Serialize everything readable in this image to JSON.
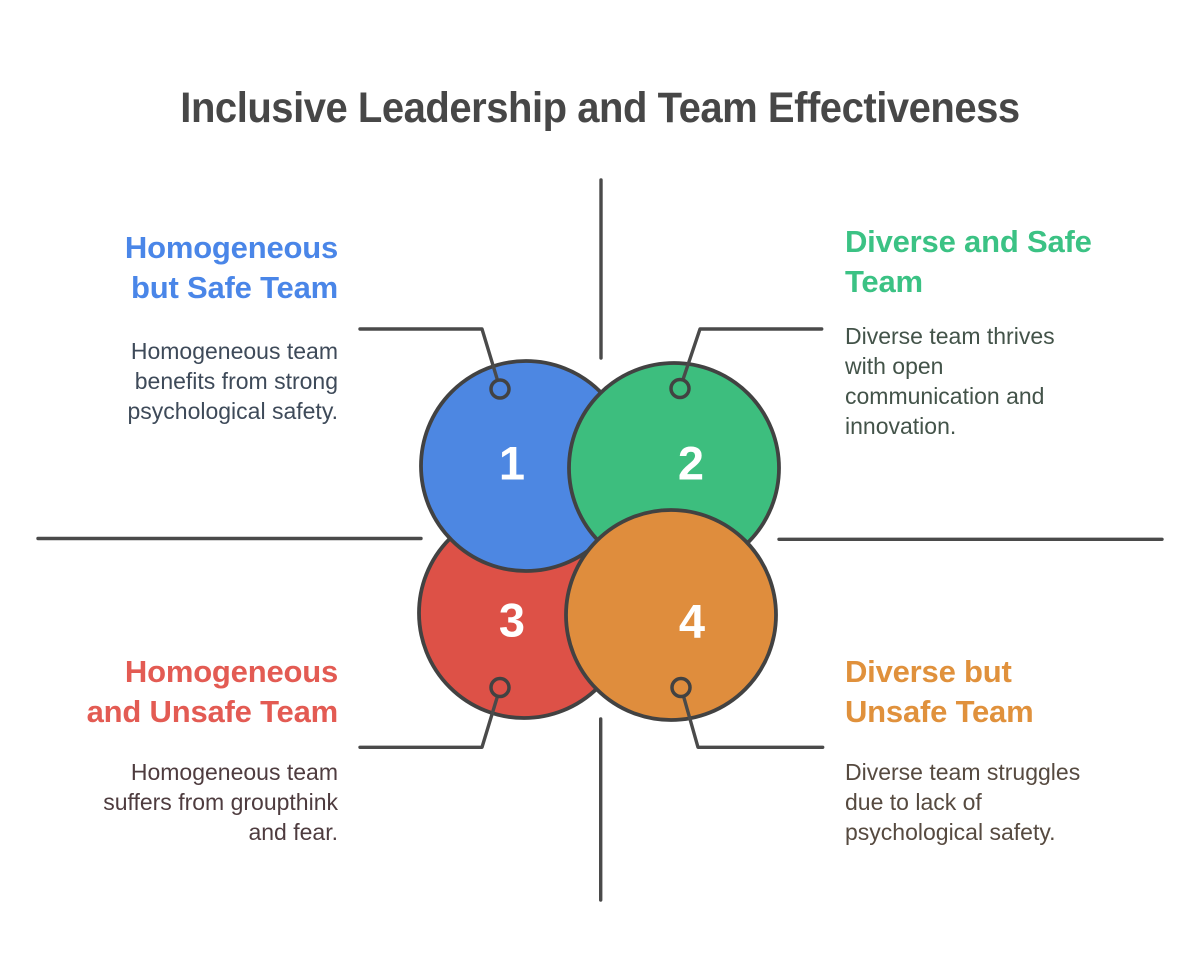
{
  "title": {
    "text": "Inclusive Leadership and Team Effectiveness",
    "color": "#474747"
  },
  "diagram": {
    "background": "#ffffff",
    "outline_color": "#424242",
    "connector_color": "#4a4a4a",
    "number_color": "#ffffff",
    "circles": [
      {
        "label": "1",
        "color": "#4D87E2"
      },
      {
        "label": "2",
        "color": "#3DBE7E"
      },
      {
        "label": "3",
        "color": "#DD5147"
      },
      {
        "label": "4",
        "color": "#DF8D3D"
      }
    ]
  },
  "quadrants": [
    {
      "position": "top-left",
      "heading": {
        "lines": [
          "Homogeneous",
          "but Safe Team"
        ],
        "color": "#4A86E8"
      },
      "body": {
        "lines": [
          "Homogeneous team",
          "benefits from strong",
          "psychological safety."
        ],
        "color": "#3E4A59"
      }
    },
    {
      "position": "top-right",
      "heading": {
        "lines": [
          "Diverse and Safe",
          "Team"
        ],
        "color": "#3BC284"
      },
      "body": {
        "lines": [
          "Diverse team thrives",
          "with open",
          "communication and",
          "innovation."
        ],
        "color": "#435349"
      }
    },
    {
      "position": "bottom-left",
      "heading": {
        "lines": [
          "Homogeneous",
          "and Unsafe Team"
        ],
        "color": "#E35B53"
      },
      "body": {
        "lines": [
          "Homogeneous team",
          "suffers from groupthink",
          "and fear."
        ],
        "color": "#4E3C3F"
      }
    },
    {
      "position": "bottom-right",
      "heading": {
        "lines": [
          "Diverse but",
          "Unsafe Team"
        ],
        "color": "#E0913C"
      },
      "body": {
        "lines": [
          "Diverse team struggles",
          "due to lack of",
          "psychological safety."
        ],
        "color": "#564A40"
      }
    }
  ]
}
